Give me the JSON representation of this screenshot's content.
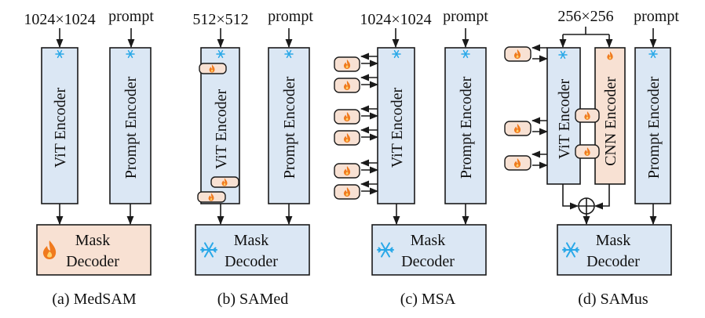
{
  "panels": [
    {
      "input_size": "1024×1024",
      "prompt": "prompt",
      "encoders": [
        "ViT Encoder",
        "Prompt Encoder"
      ],
      "decoder": [
        "Mask",
        "Decoder"
      ],
      "caption": "(a) MedSAM"
    },
    {
      "input_size": "512×512",
      "prompt": "prompt",
      "encoders": [
        "ViT Encoder",
        "Prompt Encoder"
      ],
      "decoder": [
        "Mask",
        "Decoder"
      ],
      "caption": "(b) SAMed"
    },
    {
      "input_size": "1024×1024",
      "prompt": "prompt",
      "encoders": [
        "ViT Encoder",
        "Prompt Encoder"
      ],
      "decoder": [
        "Mask",
        "Decoder"
      ],
      "caption": "(c) MSA"
    },
    {
      "input_size": "256×256",
      "prompt": "prompt",
      "encoders": [
        "ViT Encoder",
        "CNN Encoder",
        "Prompt Encoder"
      ],
      "decoder": [
        "Mask",
        "Decoder"
      ],
      "caption": "(d) SAMus"
    }
  ],
  "colors": {
    "frozen_box": "#dbe7f4",
    "trainable_box": "#f8e1d3",
    "frozen_icon": "#29a8e8",
    "trainable_icon": "#f07a1e"
  },
  "icons": {
    "frozen": "snowflake-icon",
    "trainable": "flame-icon",
    "fusion": "circle-plus-icon"
  }
}
